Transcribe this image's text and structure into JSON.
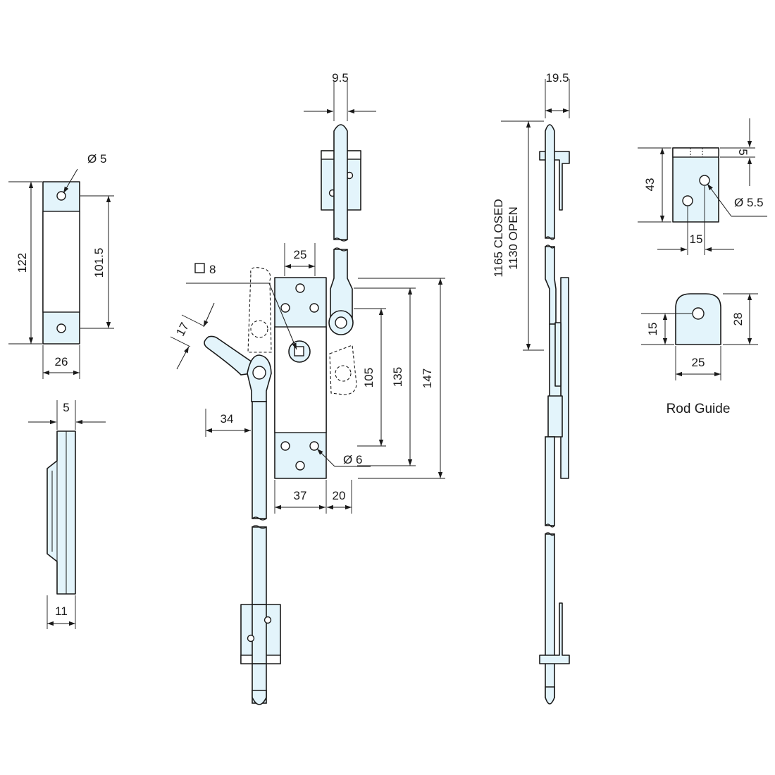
{
  "colors": {
    "part_fill": "#e3f4fb",
    "line": "#1a1a1a",
    "background": "#ffffff"
  },
  "keeper": {
    "hole_dia": "Ø 5",
    "height": "122",
    "hole_pitch": "101.5",
    "width": "26",
    "thickness": "5",
    "depth": "11"
  },
  "espagnolette": {
    "rod_dia": "9.5",
    "square": "8",
    "handle_width": "17",
    "handle_offset": "34",
    "plate_top_width": "25",
    "hole_dia": "Ø 6",
    "pitch_105": "105",
    "pitch_135": "135",
    "height_147": "147",
    "plate_width": "37",
    "lug_width": "20"
  },
  "side_view": {
    "projection": "19.5",
    "length_closed": "1165 CLOSED",
    "length_open": "1130 OPEN"
  },
  "rod_guide": {
    "top_thickness": "5",
    "height": "43",
    "hole_dia": "Ø 5.5",
    "hole_offset": "15",
    "end_hole_height": "15",
    "end_height": "28",
    "end_width": "25",
    "caption": "Rod Guide"
  }
}
